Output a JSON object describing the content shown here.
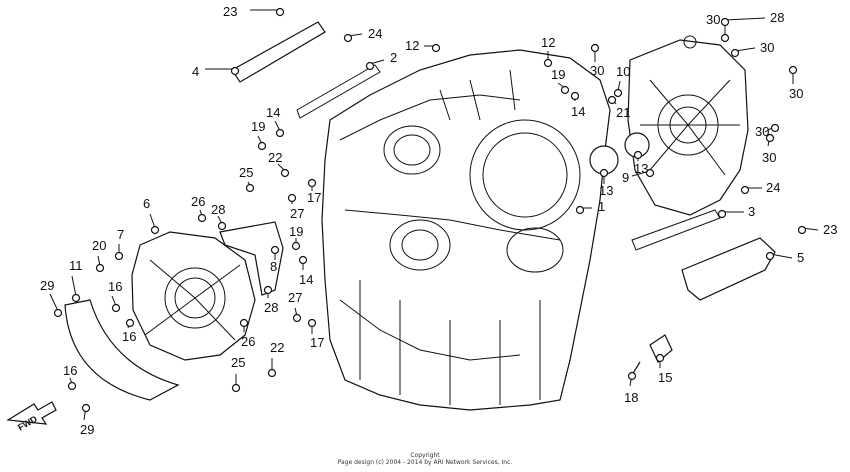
{
  "fwd_label": "FWD",
  "copyright": {
    "line1": "Copyright",
    "line2": "Page design (c) 2004 - 2014 by ARI Network Services, Inc."
  },
  "callouts": [
    "23",
    "24",
    "4",
    "2",
    "12",
    "12",
    "30",
    "28",
    "30",
    "30",
    "19",
    "14",
    "10",
    "21",
    "30",
    "14",
    "19",
    "22",
    "1",
    "25",
    "9",
    "13",
    "13",
    "24",
    "26",
    "28",
    "6",
    "7",
    "20",
    "3",
    "23",
    "5",
    "17",
    "27",
    "8",
    "11",
    "29",
    "16",
    "19",
    "14",
    "16",
    "28",
    "27",
    "17",
    "26",
    "22",
    "25",
    "16",
    "29",
    "15",
    "18",
    "30",
    "30"
  ]
}
